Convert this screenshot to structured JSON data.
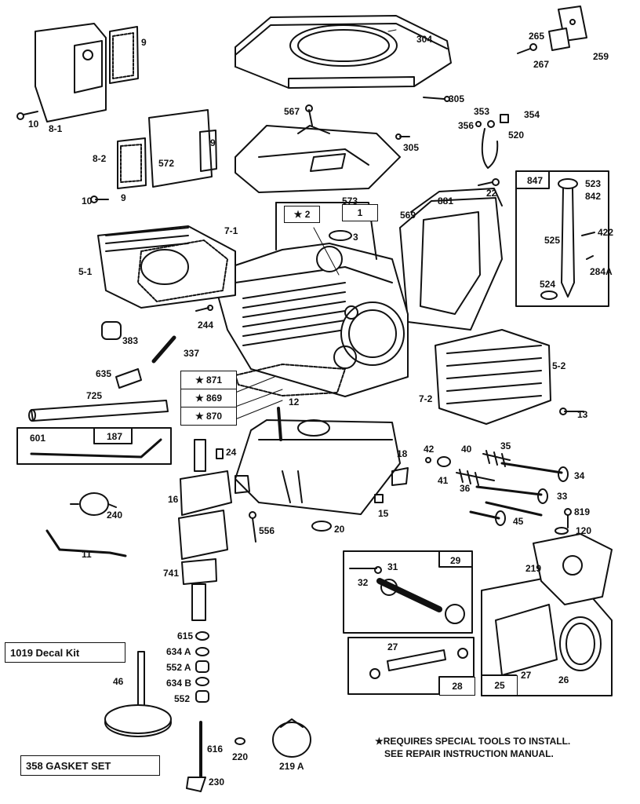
{
  "labels": [
    "304",
    "265",
    "259",
    "267",
    "9",
    "10",
    "8-1",
    "305",
    "567",
    "353",
    "354",
    "356",
    "520",
    "8-2",
    "572",
    "9",
    "573",
    "305",
    "10",
    "9",
    "847",
    "523",
    "842",
    "22",
    "881",
    "569",
    "1",
    "7-1",
    "3",
    "5-1",
    "525",
    "422",
    "284A",
    "524",
    "244",
    "383",
    "337",
    "635",
    "5-2",
    "7-2",
    "725",
    "12",
    "13",
    "601",
    "187",
    "24",
    "18",
    "42",
    "40",
    "35",
    "41",
    "36",
    "34",
    "16",
    "15",
    "33",
    "240",
    "819",
    "45",
    "120",
    "11",
    "556",
    "20",
    "29",
    "31",
    "32",
    "219",
    "741",
    "27",
    "615",
    "634 A",
    "552 A",
    "634 B",
    "552",
    "28",
    "27",
    "26",
    "25",
    "46",
    "616",
    "220",
    "219 A",
    "230"
  ],
  "star_boxes": {
    "2": "★ 2",
    "871": "★ 871",
    "869": "★ 869",
    "870": "★ 870"
  },
  "decal_kit": "1019 Decal Kit",
  "gasket_set": "358  GASKET SET",
  "note": {
    "line1": "★REQUIRES SPECIAL TOOLS TO INSTALL.",
    "line2": "SEE REPAIR INSTRUCTION MANUAL."
  }
}
